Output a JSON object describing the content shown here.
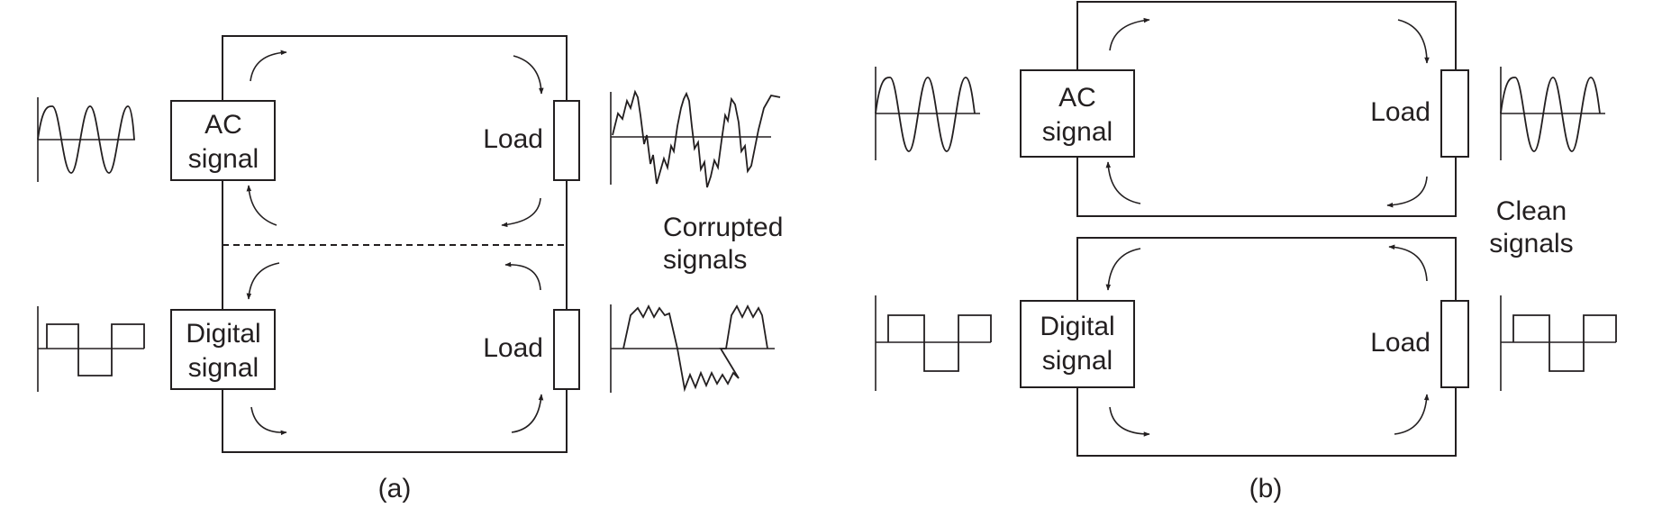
{
  "panel_a": {
    "ac_source": {
      "line1": "AC",
      "line2": "signal"
    },
    "digital_source": {
      "line1": "Digital",
      "line2": "signal"
    },
    "load_top": "Load",
    "load_bottom": "Load",
    "note": {
      "line1": "Corrupted",
      "line2": "signals"
    },
    "caption": "(a)"
  },
  "panel_b": {
    "ac_source": {
      "line1": "AC",
      "line2": "signal"
    },
    "digital_source": {
      "line1": "Digital",
      "line2": "signal"
    },
    "load_top": "Load",
    "load_bottom": "Load",
    "note": {
      "line1": "Clean",
      "line2": "signals"
    },
    "caption": "(b)"
  },
  "colors": {
    "ink": "#231f20",
    "background": "#ffffff"
  }
}
